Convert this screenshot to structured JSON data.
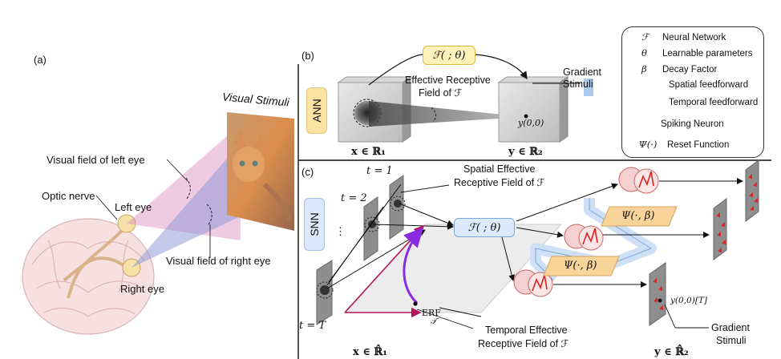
{
  "panel_a": {
    "label": "(a)",
    "visual_stimuli": "Visual Stimuli",
    "left_field": "Visual field of left eye",
    "right_field": "Visual field of right eye",
    "optic_nerve": "Optic nerve",
    "left_eye": "Left eye",
    "right_eye": "Right eye"
  },
  "panel_b": {
    "label": "(b)",
    "ann": "ANN",
    "function": "ℱ( ; θ)",
    "erf_line1": "Effective Receptive",
    "erf_line2": "Field of ℱ",
    "gradient_line1": "Gradient",
    "gradient_line2": "Stimuli",
    "y_point": "y(0,0)",
    "x_domain": "x ∈ ℝ₁",
    "y_domain": "y ∈ ℝ₂"
  },
  "panel_c": {
    "label": "(c)",
    "snn": "SNN",
    "t1": "t = 1",
    "t2": "t = 2",
    "tT": "t = T",
    "dots": "⋮",
    "function": "ℱ( ; θ)",
    "spatial_line1": "Spatial Effective",
    "spatial_line2": "Receptive Field of ℱ",
    "temporal_line1": "Temporal Effective",
    "temporal_line2": "Receptive Field of ℱ",
    "erf": "ERF",
    "erf_sub": "𝒯",
    "reset1": "Ψ(·, β)",
    "reset2": "Ψ(·, β)",
    "y_point": "y(0,0)[T]",
    "gradient_line1": "Gradient",
    "gradient_line2": "Stimuli",
    "x_domain": "x ∈ ℝ̂₁",
    "y_domain": "y ∈ ℝ̂₂"
  },
  "legend": {
    "items": [
      {
        "symbol": "ℱ",
        "text": "Neural Network"
      },
      {
        "symbol": "θ",
        "text": "Learnable parameters"
      },
      {
        "symbol": "β",
        "text": "Decay Factor"
      },
      {
        "symbol": "",
        "text": "Spatial feedforward"
      },
      {
        "symbol": "",
        "text": "Temporal feedforward"
      },
      {
        "symbol": "",
        "text": "Spiking Neuron"
      },
      {
        "symbol": "Ψ(·)",
        "text": "Reset Function"
      }
    ]
  },
  "colors": {
    "ann_pill": "#fbe3a3",
    "snn_pill": "#dceafb",
    "function_box": "#fff2b8",
    "reset_box": "#f9d49a",
    "temporal_arrow": "#cfe0f6",
    "spike": "#e02020",
    "left_field": "#d98bc0",
    "right_field": "#8a93d6"
  }
}
